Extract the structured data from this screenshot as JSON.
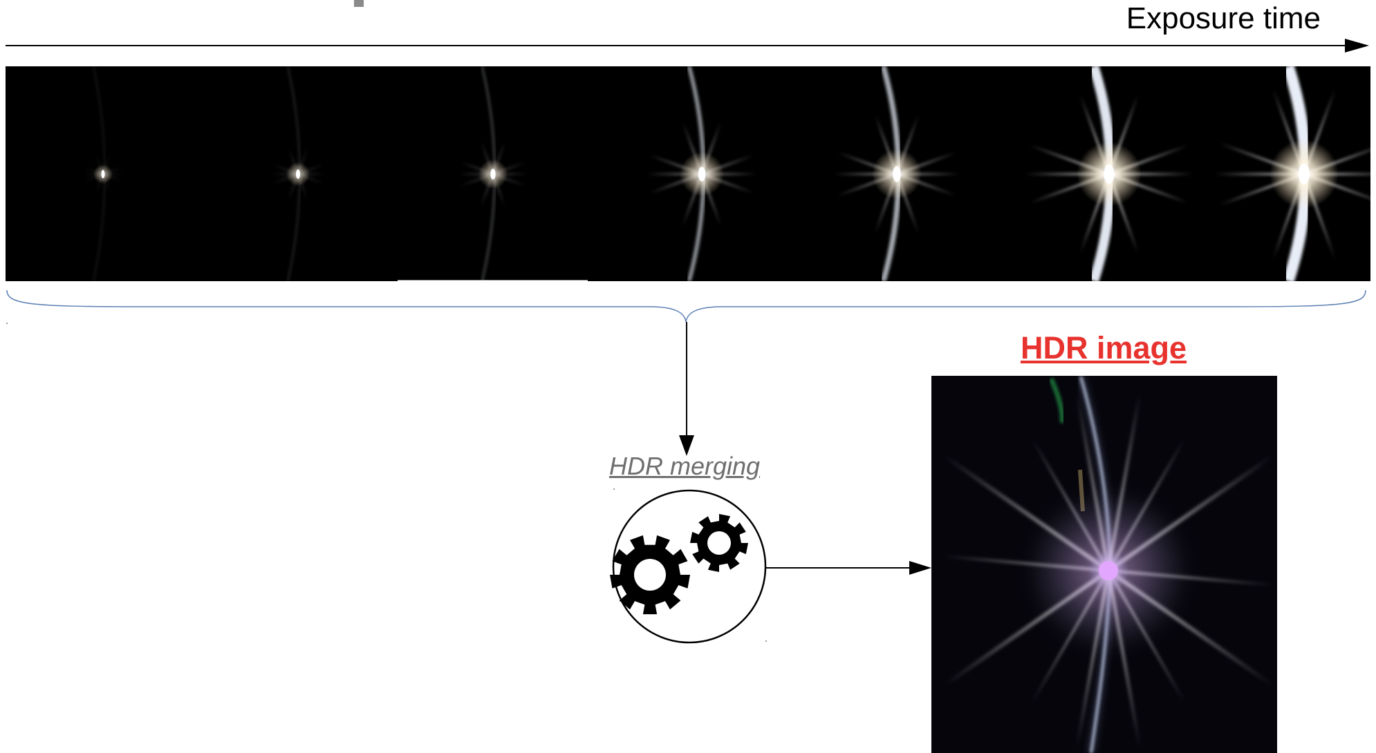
{
  "figure": {
    "exposure_axis_label": "Exposure time",
    "process_label": "HDR merging",
    "result_label": "HDR image",
    "exposure_frames": [
      {
        "intensity": 0.1
      },
      {
        "intensity": 0.18
      },
      {
        "intensity": 0.28
      },
      {
        "intensity": 0.55
      },
      {
        "intensity": 0.65
      },
      {
        "intensity": 0.92
      },
      {
        "intensity": 1.0
      }
    ],
    "colors": {
      "label_accent": "#e8322e",
      "process_label": "#6e6e6e",
      "brace": "#5a7fb3",
      "arrow": "#000000"
    },
    "icons": {
      "process": "gears-icon"
    }
  }
}
